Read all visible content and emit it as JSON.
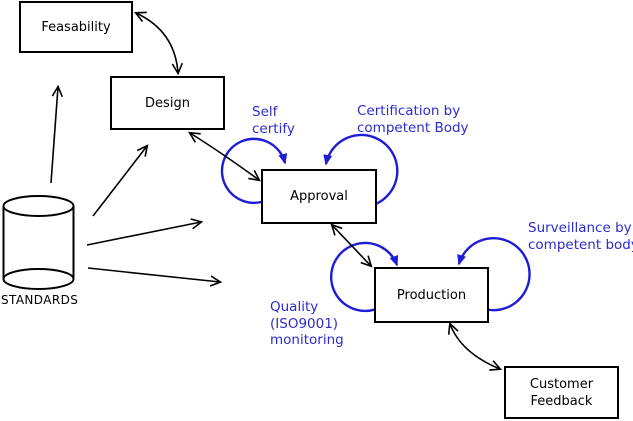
{
  "diagram": {
    "nodes": {
      "feasability": {
        "label": "Feasability"
      },
      "design": {
        "label": "Design"
      },
      "approval": {
        "label": "Approval"
      },
      "production": {
        "label": "Production"
      },
      "customer_feedback": {
        "line1": "Customer",
        "line2": "Feedback"
      }
    },
    "datastore": {
      "label": "STANDARDS"
    },
    "annotations": {
      "self_certify": {
        "line1": "Self",
        "line2": "certify"
      },
      "certification": {
        "line1": "Certification by",
        "line2": "competent Body"
      },
      "surveillance": {
        "line1": "Surveillance by",
        "line2": "competent body"
      },
      "quality": {
        "line1": "Quality",
        "line2": "(ISO9001)",
        "line3": "monitoring"
      }
    },
    "colors": {
      "annotation_text": "#2c2cd0",
      "loop_stroke": "#1d1dd6",
      "line_stroke": "#000000",
      "box_border": "#000000",
      "box_fill": "#ffffff",
      "background": "#ffffff"
    }
  }
}
